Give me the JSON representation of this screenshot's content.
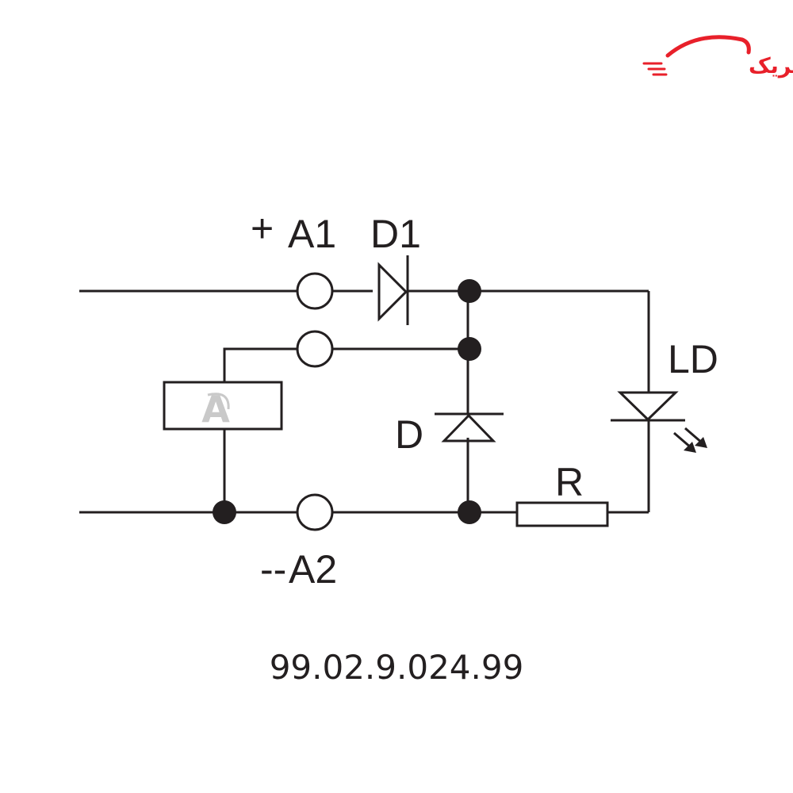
{
  "brand": {
    "logo_text": "آرتاالکتریک",
    "logo_color": "#e8202a",
    "watermark_letter": "A",
    "watermark_color": "#c9c9c9"
  },
  "colors": {
    "line": "#231f20",
    "background": "#ffffff"
  },
  "schematic": {
    "terminals": {
      "a1": {
        "label": "A1",
        "sign": "+"
      },
      "a2": {
        "label": "A2",
        "sign": "--"
      }
    },
    "components": {
      "d1": "D1",
      "d": "D",
      "ld": "LD",
      "r": "R"
    }
  },
  "part_number": "99.02.9.024.99"
}
